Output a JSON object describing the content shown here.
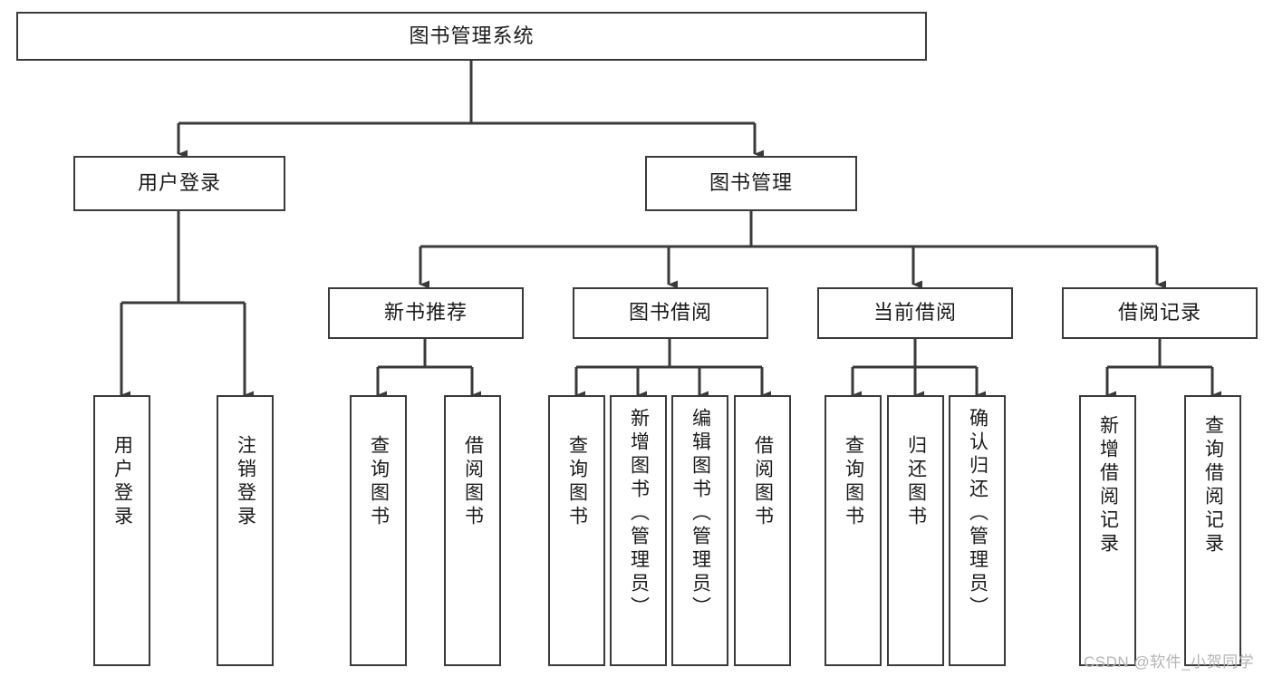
{
  "diagram": {
    "title": "图书管理系统",
    "type": "tree-hierarchy",
    "root": {
      "label": "图书管理系统"
    },
    "level2": [
      {
        "label": "用户登录"
      },
      {
        "label": "图书管理"
      }
    ],
    "level3": [
      {
        "label": "新书推荐"
      },
      {
        "label": "图书借阅"
      },
      {
        "label": "当前借阅"
      },
      {
        "label": "借阅记录"
      }
    ],
    "leaves": {
      "user_login": [
        {
          "label": "用户登录"
        },
        {
          "label": "注销登录"
        }
      ],
      "new_book_recommend": [
        {
          "label": "查询图书"
        },
        {
          "label": "借阅图书"
        }
      ],
      "book_borrow": [
        {
          "label": "查询图书"
        },
        {
          "label": "新增图书（管理员）"
        },
        {
          "label": "编辑图书（管理员）"
        },
        {
          "label": "借阅图书"
        }
      ],
      "current_borrow": [
        {
          "label": "查询图书"
        },
        {
          "label": "归还图书"
        },
        {
          "label": "确认归还（管理员）"
        }
      ],
      "borrow_records": [
        {
          "label": "新增借阅记录"
        },
        {
          "label": "查询借阅记录"
        }
      ]
    }
  },
  "watermark": {
    "text": "CSDN @软件_小贺同学"
  },
  "colors": {
    "stroke": "#3a3a3a",
    "text": "#1a1a1a",
    "background": "#ffffff",
    "watermark": "#b4b4b4"
  }
}
